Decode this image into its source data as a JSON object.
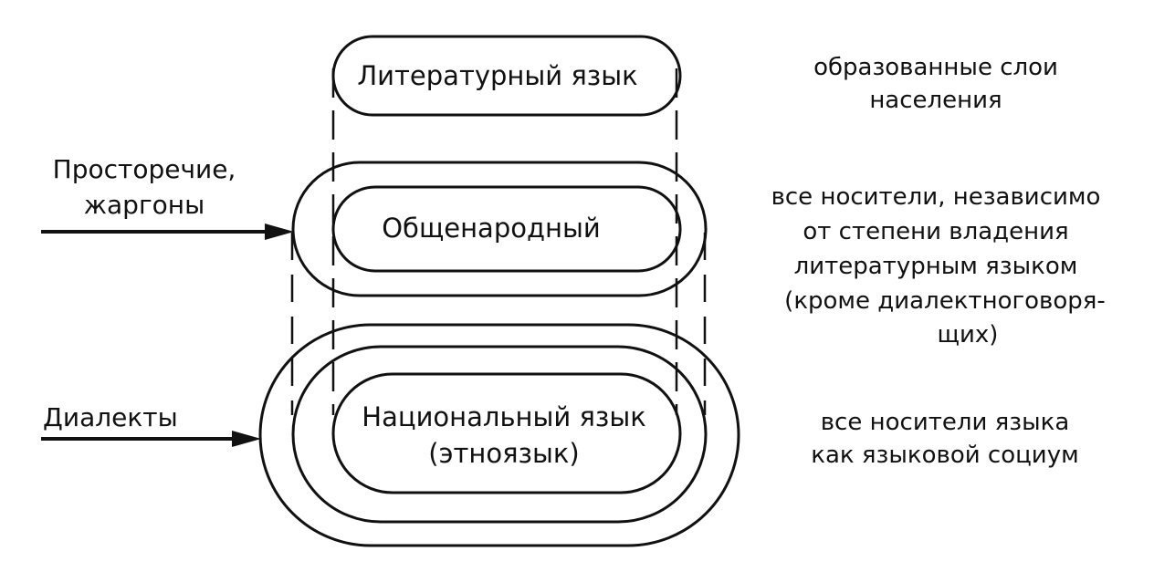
{
  "colors": {
    "ink": "#111111",
    "background": "#ffffff"
  },
  "nodes": {
    "literary": "Литературный язык",
    "common": "Общенародный",
    "national_line1": "Национальный язык",
    "national_line2": "(этноязык)"
  },
  "inputs": {
    "vernacular_line1": "Просторечие,",
    "vernacular_line2": "жаргоны",
    "dialects": "Диалекты"
  },
  "descriptions": {
    "literary_line1": "образованные слои",
    "literary_line2": "населения",
    "common_line1": "все носители, независимо",
    "common_line2": "от степени владения",
    "common_line3": "литературным языком",
    "common_line4": "(кроме диалектноговоря-",
    "common_line5": "щих)",
    "national_line1": "все носители языка",
    "national_line2": "как языковой социум"
  }
}
